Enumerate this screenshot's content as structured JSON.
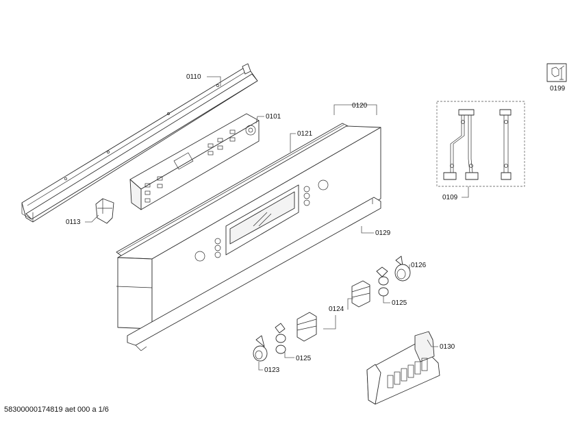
{
  "labels": {
    "p0110": "0110",
    "p0101": "0101",
    "p0121": "0121",
    "p0120": "0120",
    "p0113": "0113",
    "p0129": "0129",
    "p0109": "0109",
    "p0199": "0199",
    "p0126": "0126",
    "p0125a": "0125",
    "p0124": "0124",
    "p0125b": "0125",
    "p0123": "0123",
    "p0130": "0130"
  },
  "footer": "58300000174819 aet 000 a 1/6",
  "icons": {
    "service": "wrench-nut-icon"
  }
}
